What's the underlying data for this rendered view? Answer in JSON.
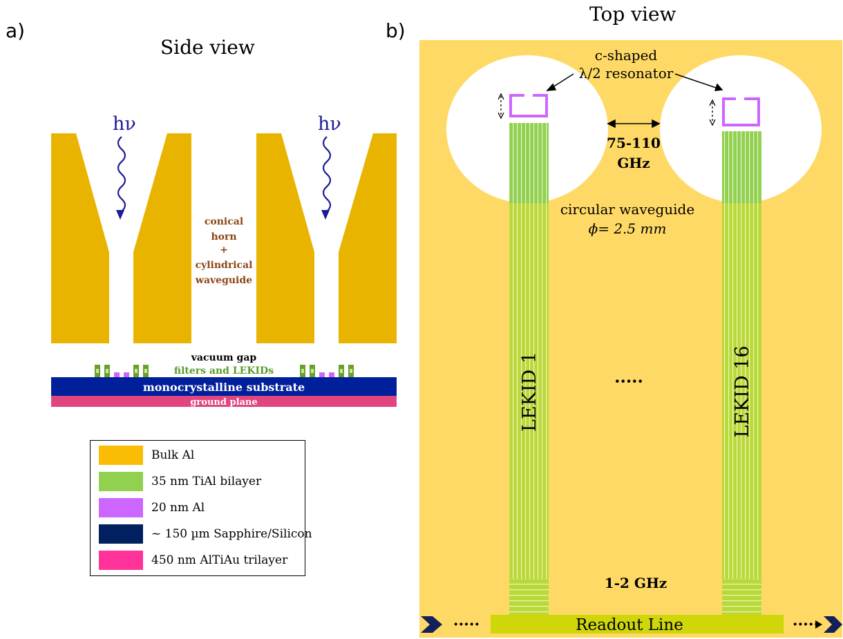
{
  "panel_a": {
    "label": "a)",
    "title": "Side view",
    "photon_left": "hν",
    "photon_right": "hν",
    "horn_label": [
      "conical",
      "horn",
      "+",
      "cylindrical",
      "waveguide"
    ],
    "vacuum_gap": "vacuum gap",
    "filters": "filters and LEKIDs",
    "substrate": "monocrystalline substrate",
    "ground": "ground plane"
  },
  "legend": {
    "items": [
      {
        "label": "Bulk Al",
        "color": "#fbbc05"
      },
      {
        "label": "35 nm TiAl bilayer",
        "color": "#92d050"
      },
      {
        "label": "20 nm Al",
        "color": "#cc66ff"
      },
      {
        "label": "~ 150 µm Sapphire/Silicon",
        "color": "#002060"
      },
      {
        "label": "450 nm AlTiAu trilayer",
        "color": "#ff3399"
      }
    ]
  },
  "panel_b": {
    "label": "b)",
    "title": "Top view",
    "resonator_label_1": "c-shaped",
    "resonator_label_2": "λ/2 resonator",
    "band_value": "75-110",
    "band_unit": "GHz",
    "waveguide_label_1": "circular waveguide",
    "waveguide_label_2": "ϕ= 2.5 mm",
    "lekid_left": "LEKID 1",
    "lekid_right": "LEKID 16",
    "ellipsis_mid": "·····",
    "readout_freq": "1-2 GHz",
    "readout_label": "Readout Line",
    "ellipsis_left": "·····",
    "ellipsis_right": "·····"
  },
  "colors": {
    "bulk_al": "#e8b400",
    "background_b": "#fed966",
    "tial": "#92d050",
    "al20": "#cc66ff",
    "substrate": "#001f9a",
    "ground": "#e0457f",
    "readout": "#cfd60a",
    "arrow": "#14205a",
    "horn_text": "#8b4513",
    "filters_text": "#5a9a2a",
    "photon": "#1a1a9a"
  }
}
